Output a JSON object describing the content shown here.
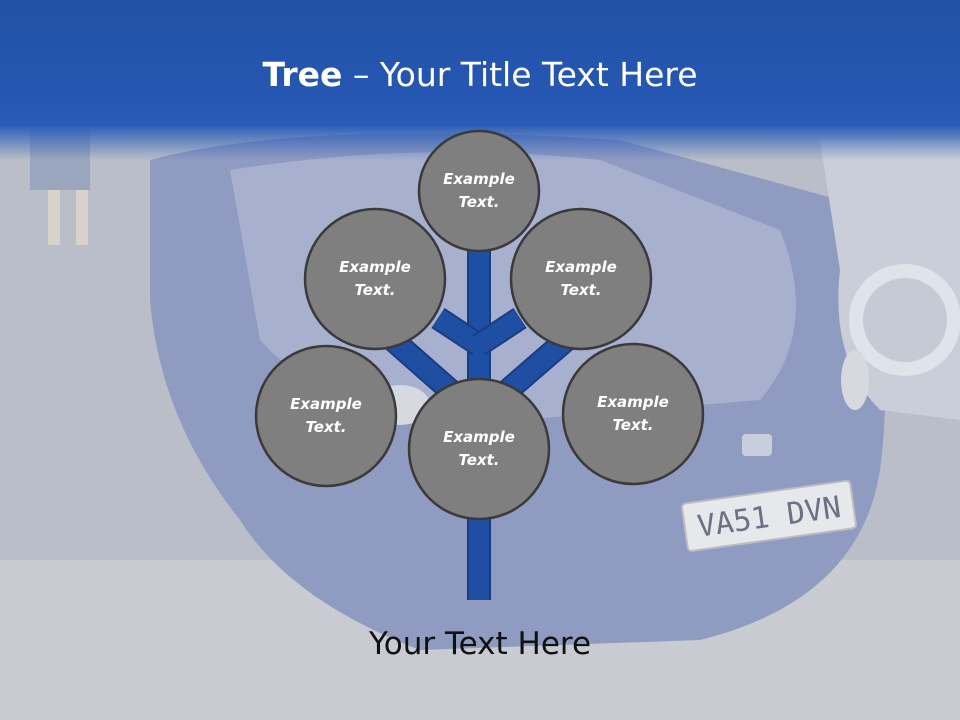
{
  "title": {
    "bold": "Tree",
    "separator": " – ",
    "rest": "Your Title Text Here"
  },
  "nodes": [
    {
      "id": "top",
      "label": [
        "Example",
        "Text."
      ]
    },
    {
      "id": "upper-left",
      "label": [
        "Example",
        "Text."
      ]
    },
    {
      "id": "upper-right",
      "label": [
        "Example",
        "Text."
      ]
    },
    {
      "id": "lower-left",
      "label": [
        "Example",
        "Text."
      ]
    },
    {
      "id": "center",
      "label": [
        "Example",
        "Text."
      ]
    },
    {
      "id": "lower-right",
      "label": [
        "Example",
        "Text."
      ]
    }
  ],
  "caption": "Your Text Here",
  "background": {
    "plate": "VA51 DVN"
  },
  "colors": {
    "header": "#2658b4",
    "branch": "#1f4fa3",
    "branch_outline": "#183d80",
    "node_fill": "#7f7f7f",
    "node_stroke": "#3a3a3a"
  }
}
